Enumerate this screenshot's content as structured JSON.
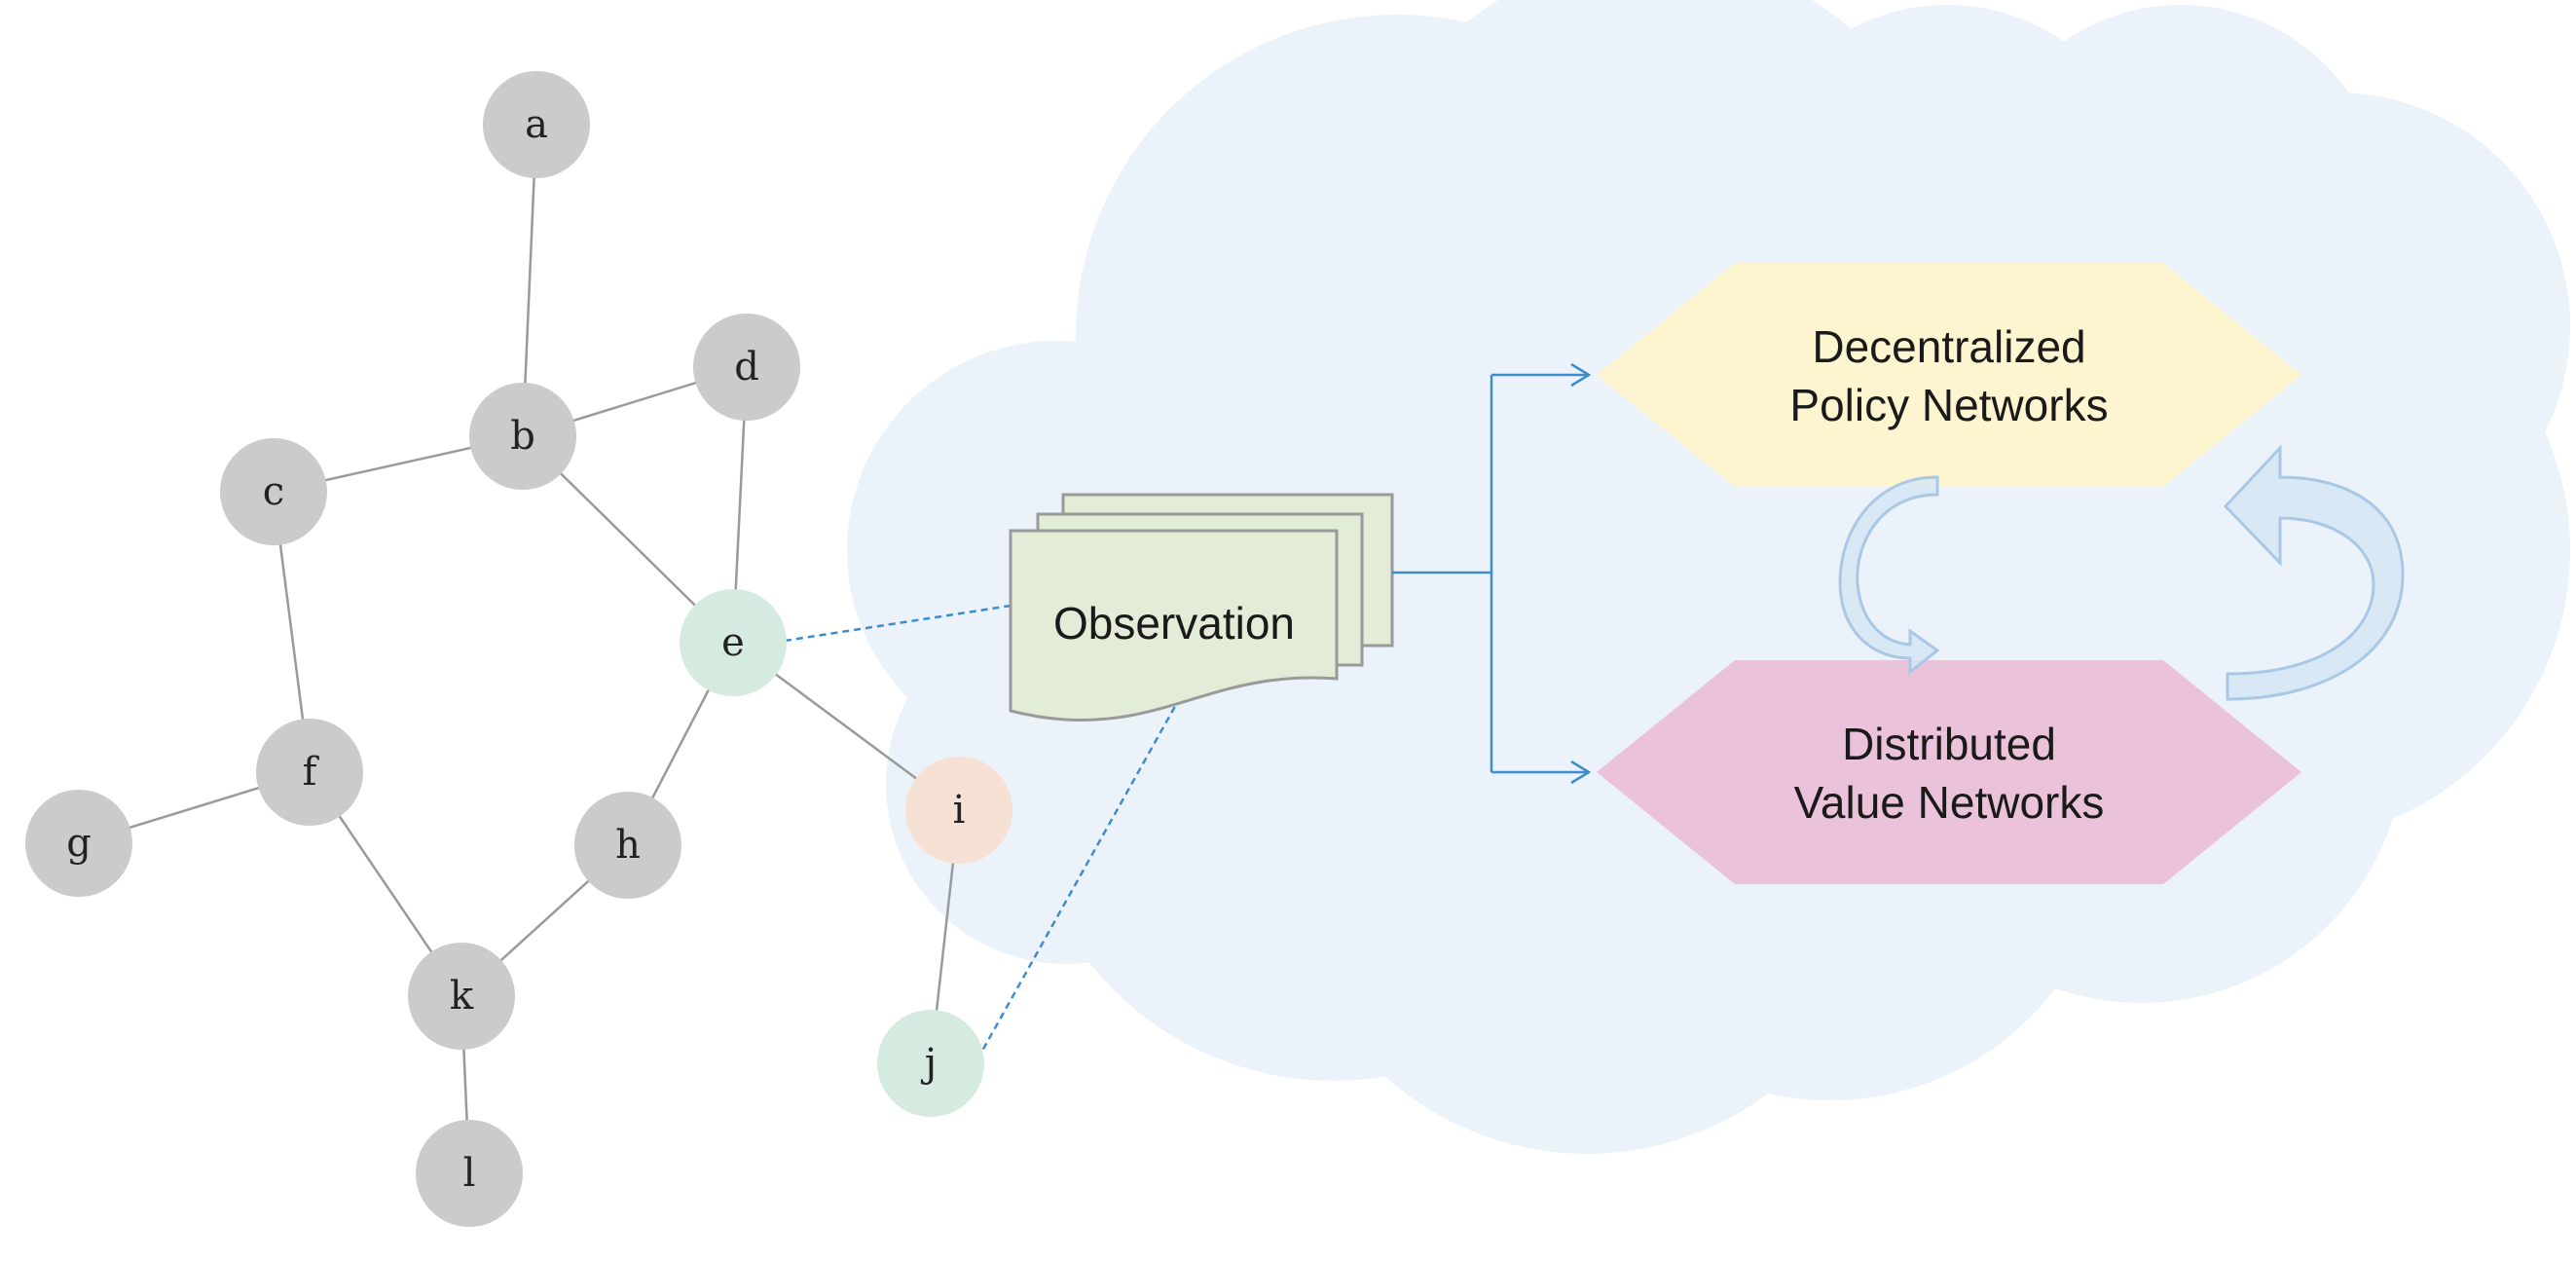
{
  "graph": {
    "nodes": [
      {
        "id": "a",
        "label": "a",
        "kind": "default"
      },
      {
        "id": "b",
        "label": "b",
        "kind": "default"
      },
      {
        "id": "c",
        "label": "c",
        "kind": "default"
      },
      {
        "id": "d",
        "label": "d",
        "kind": "default"
      },
      {
        "id": "e",
        "label": "e",
        "kind": "agent"
      },
      {
        "id": "f",
        "label": "f",
        "kind": "default"
      },
      {
        "id": "g",
        "label": "g",
        "kind": "default"
      },
      {
        "id": "h",
        "label": "h",
        "kind": "default"
      },
      {
        "id": "i",
        "label": "i",
        "kind": "highlight"
      },
      {
        "id": "j",
        "label": "j",
        "kind": "agent"
      },
      {
        "id": "k",
        "label": "k",
        "kind": "default"
      },
      {
        "id": "l",
        "label": "l",
        "kind": "default"
      }
    ],
    "edges": [
      [
        "a",
        "b"
      ],
      [
        "b",
        "c"
      ],
      [
        "b",
        "d"
      ],
      [
        "b",
        "e"
      ],
      [
        "d",
        "e"
      ],
      [
        "c",
        "f"
      ],
      [
        "f",
        "g"
      ],
      [
        "f",
        "k"
      ],
      [
        "k",
        "h"
      ],
      [
        "h",
        "e"
      ],
      [
        "e",
        "i"
      ],
      [
        "i",
        "j"
      ],
      [
        "k",
        "l"
      ]
    ],
    "node_colors": {
      "default": "#cccbcc",
      "agent": "#d5ebe0",
      "highlight": "#f6e1d4"
    }
  },
  "observation": {
    "label": "Observation",
    "fill": "#e3ecd7",
    "stroke": "#9a9a9a"
  },
  "policy": {
    "line1": "Decentralized",
    "line2": "Policy Networks",
    "fill": "#fdf4d0"
  },
  "value": {
    "line1": "Distributed",
    "line2": "Value Networks",
    "fill": "#eac3da"
  },
  "colors": {
    "cloud": "#ebf2f9",
    "connector": "#3d8ccb",
    "edge": "#9a9a9a",
    "cycle_arrow": "#a9c8e6"
  }
}
